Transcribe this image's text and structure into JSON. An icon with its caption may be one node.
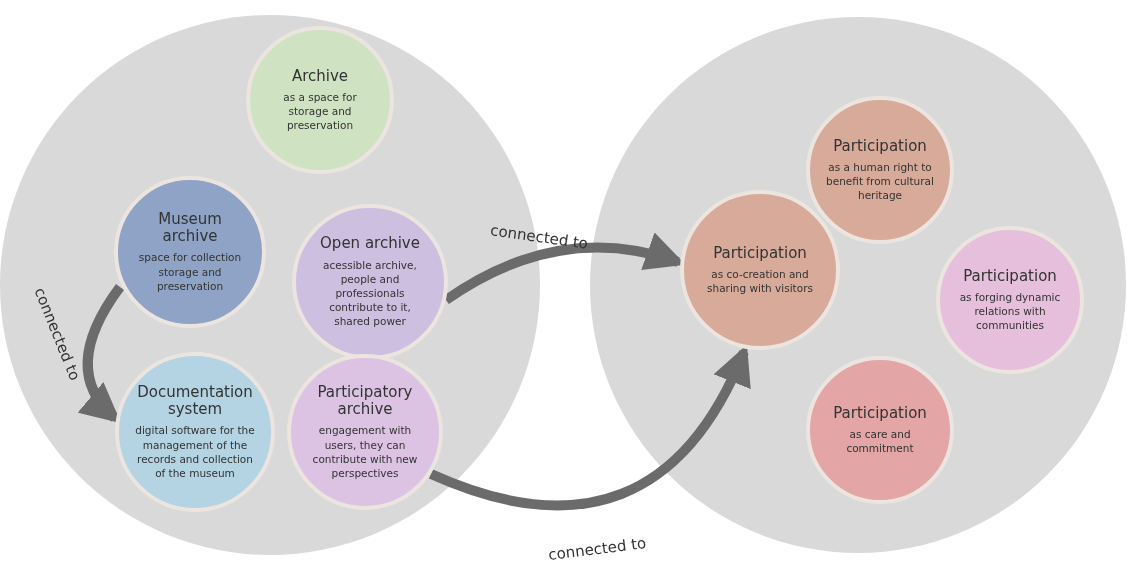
{
  "diagram": {
    "nodes": [
      {
        "text": [],
        "shape": "circle"
      },
      {
        "text": [
          "Archive",
          "as a space for storage and preservation"
        ],
        "in": 0
      },
      {
        "text": [
          "Museum archive",
          "space for collection storage and preservation"
        ],
        "in": 0
      },
      {
        "text": [
          "Open archive",
          "acessible archive, people and professionals contribute to it, shared power"
        ],
        "in": 0
      },
      {
        "text": [
          "Documentation system",
          "digital software for the management of the records and collection of the museum"
        ],
        "in": 0
      },
      {
        "text": [
          "Participatory archive",
          "engagement with users, they can contribute with new perspectives"
        ],
        "in": 0
      },
      {
        "text": [],
        "shape": "circle"
      },
      {
        "text": [
          "Participation",
          "as a human right to benefit from cultural heritage"
        ],
        "in": 6
      },
      {
        "text": [
          "Participation",
          "as co-creation and sharing with visitors"
        ],
        "in": 6
      },
      {
        "text": [
          "Participation",
          "as forging dynamic relations with communities"
        ],
        "in": 6
      },
      {
        "text": [
          "Participation",
          "as care and commitment"
        ],
        "in": 6
      }
    ],
    "edges": [
      {
        "from": 2,
        "to": 4,
        "arrow": "to",
        "label": "connected to"
      },
      {
        "from": 3,
        "to": 8,
        "arrow": "to",
        "label": "connected to"
      },
      {
        "from": 5,
        "to": 8,
        "arrow": "to",
        "label": "connected to"
      }
    ]
  }
}
